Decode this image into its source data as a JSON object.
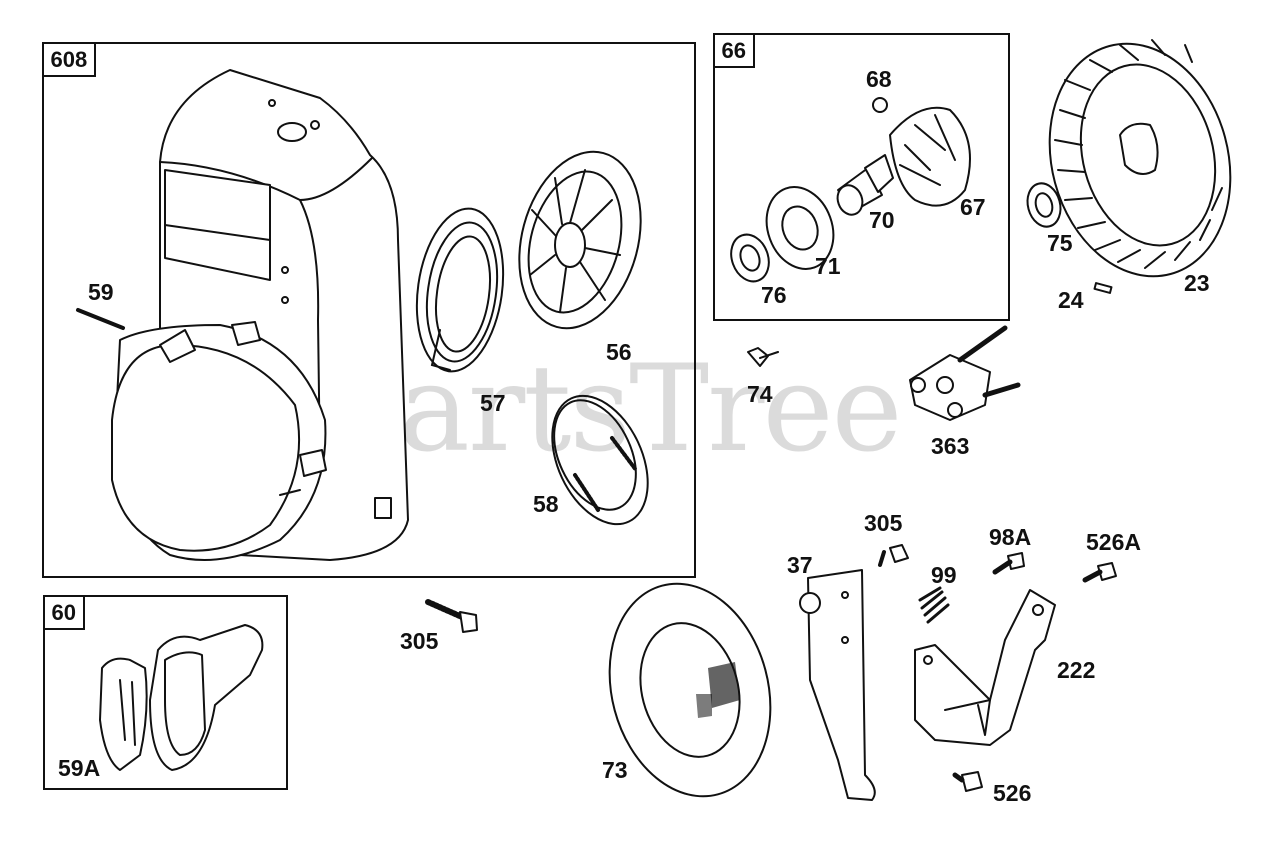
{
  "watermark": "PartsTree",
  "boxes": {
    "b608": "608",
    "b66": "66",
    "b60": "60"
  },
  "labels": {
    "l59": "59",
    "l57": "57",
    "l56": "56",
    "l58": "58",
    "l68": "68",
    "l70": "70",
    "l67": "67",
    "l71": "71",
    "l76": "76",
    "l75": "75",
    "l23": "23",
    "l24": "24",
    "l74": "74",
    "l363": "363",
    "l305a": "305",
    "l305b": "305",
    "l37": "37",
    "l99": "99",
    "l98A": "98A",
    "l526A": "526A",
    "l222": "222",
    "l526": "526",
    "l73": "73",
    "l59A": "59A"
  }
}
